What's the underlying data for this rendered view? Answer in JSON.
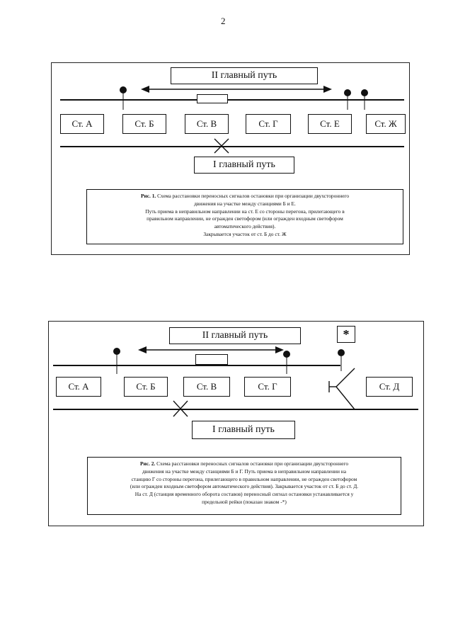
{
  "page_number": "2",
  "figure1": {
    "track_2_label": "II главный путь",
    "track_1_label": "I главный путь",
    "stations": [
      "Ст. А",
      "Ст. Б",
      "Ст. В",
      "Ст. Г",
      "Ст. Е",
      "Ст. Ж"
    ],
    "caption": {
      "prefix": "Рис. 1.",
      "line1": "Схема расстановки переносных сигналов остановки при организации двухстороннего",
      "line2": "движения на участке между станциями Б и Е.",
      "line3": "Путь приема в неправильном направлении на ст. Е со стороны перегона, прилегающего в",
      "line4": "правильном направлении, не огражден светофором (или огражден входным светофором",
      "line5": "автоматического действия).",
      "line6": "Закрывается участок от ст. Б до ст. Ж"
    }
  },
  "figure2": {
    "track_2_label": "II главный путь",
    "track_1_label": "I главный путь",
    "marker": "*",
    "stations": [
      "Ст. А",
      "Ст. Б",
      "Ст. В",
      "Ст. Г",
      "Ст. Д"
    ],
    "caption": {
      "prefix": "Рис. 2.",
      "line1": "Схема расстановки переносных сигналов остановки при организации двухстороннего",
      "line2": "движения на участке между станциями Б и Г. Путь приема в неправильном направлении на",
      "line3": "станцию Г со стороны перегона, прилегающего в правильном направлении, не огражден светофором",
      "line4": "(или огражден входным светофором автоматического действия). Закрывается участок от ст. Б до ст. Д.",
      "line5": "На ст. Д (станция временного оборота составов) переносный сигнал остановки устанавливается у",
      "line6": "предельной рейки (показан знаком -*)"
    }
  }
}
